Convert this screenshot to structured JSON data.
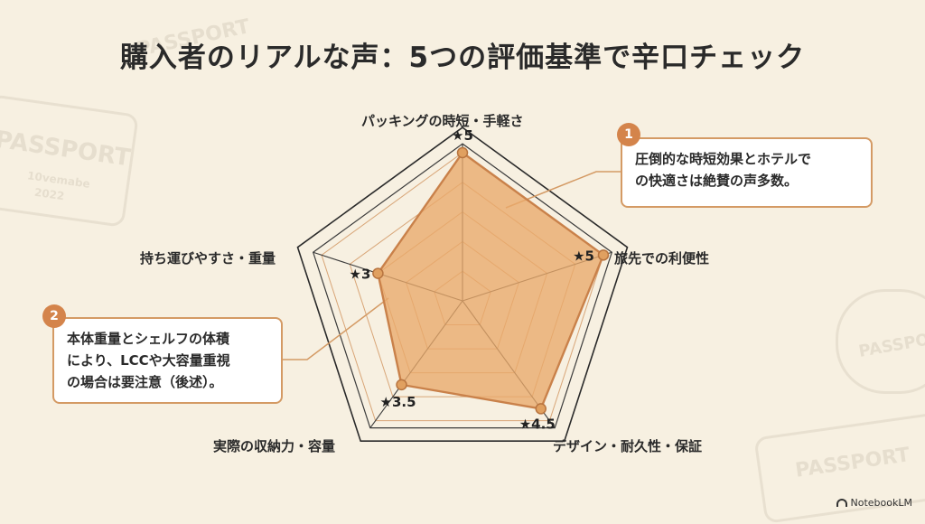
{
  "title": "購入者のリアルな声：5つの評価基準で辛口チェック",
  "chart_data": {
    "type": "radar",
    "title": "購入者のリアルな声：5つの評価基準で辛口チェック",
    "axes": [
      "パッキングの時短・手軽さ",
      "旅先での利便性",
      "デザイン・耐久性・保証",
      "実際の収納力・容量",
      "持ち運びやすさ・重量"
    ],
    "values": [
      5,
      5,
      4.5,
      3.5,
      3
    ],
    "value_labels": [
      "★5",
      "★5",
      "★4.5",
      "★3.5",
      "★3"
    ],
    "max": 5,
    "grid_levels": 5,
    "fill_color": "#e9a96a",
    "stroke_color": "#c9814a",
    "point_color": "#e0a060"
  },
  "callouts": [
    {
      "number": "1",
      "lines": [
        "圧倒的な時短効果とホテルで",
        "の快適さは絶賛の声多数。"
      ]
    },
    {
      "number": "2",
      "lines": [
        "本体重量とシェルフの体積",
        "により、LCCや大容量重視",
        "の場合は要注意（後述）。"
      ]
    }
  ],
  "colors": {
    "background": "#f7f0e1",
    "accent": "#d4844b",
    "callout_border": "#d49a64"
  },
  "background_stamps": [
    "PASSPORT",
    "PASSPORT",
    "PASSPORT",
    "PASSPORT"
  ],
  "stamp_date": "10vemabe",
  "stamp_year": "2022",
  "footer": {
    "logo_text": "NotebookLM"
  }
}
